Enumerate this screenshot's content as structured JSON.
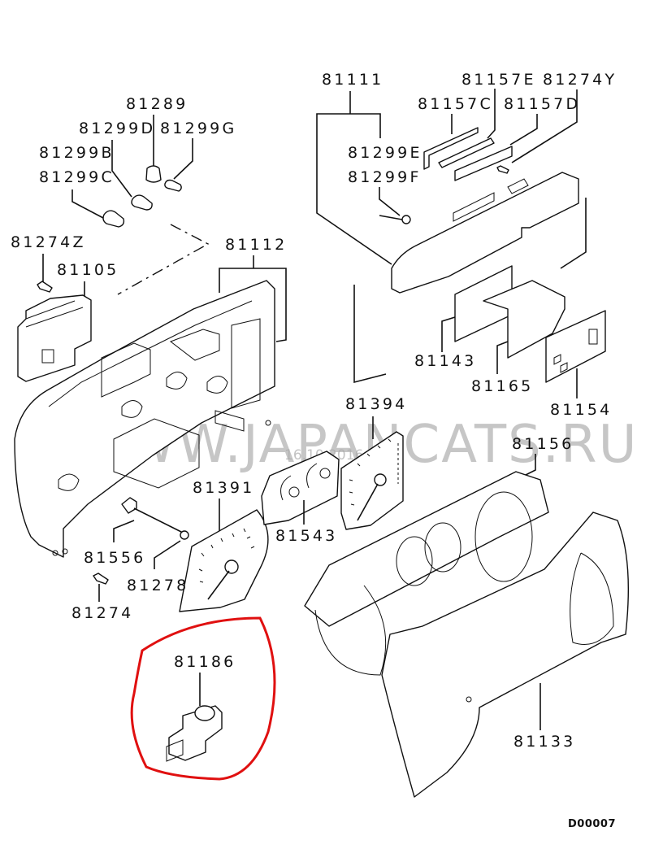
{
  "diagram": {
    "type": "exploded-parts-diagram",
    "subject": "instrument cluster",
    "diagram_code": "D00007",
    "watermark": {
      "text": "WWW.JAPANCATS.RU",
      "date": "16.10.2016"
    },
    "highlight_color": "#e01010",
    "highlighted_part": "81186",
    "labels": {
      "p81289": "81289",
      "p81299D": "81299D",
      "p81299G": "81299G",
      "p81299B": "81299B",
      "p81299C": "81299C",
      "p81274Z": "81274Z",
      "p81105": "81105",
      "p81112": "81112",
      "p81111": "81111",
      "p81157E": "81157E",
      "p81274Y": "81274Y",
      "p81157C": "81157C",
      "p81157D": "81157D",
      "p81299E": "81299E",
      "p81299F": "81299F",
      "p81143": "81143",
      "p81165": "81165",
      "p81154": "81154",
      "p81394": "81394",
      "p81156": "81156",
      "p81391": "81391",
      "p81543": "81543",
      "p81556": "81556",
      "p81278": "81278",
      "p81274": "81274",
      "p81186": "81186",
      "p81133": "81133"
    }
  }
}
